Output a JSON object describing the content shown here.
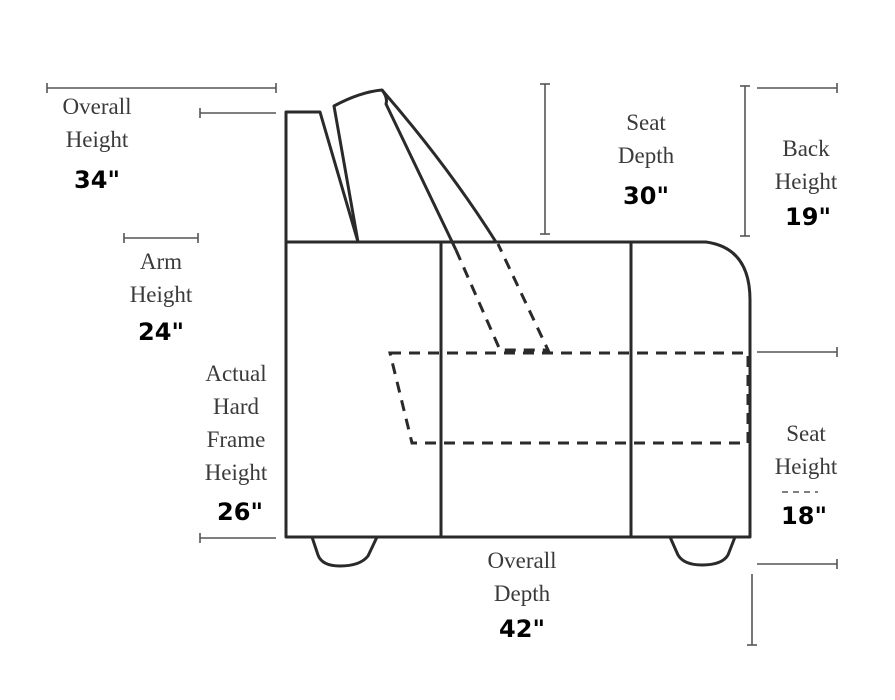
{
  "diagram": {
    "dimensions": [
      {
        "key": "overall_height",
        "label_lines": [
          "Overall",
          "Height"
        ],
        "value": "34\""
      },
      {
        "key": "arm_height",
        "label_lines": [
          "Arm",
          "Height"
        ],
        "value": "24\""
      },
      {
        "key": "frame_height",
        "label_lines": [
          "Actual",
          "Hard",
          "Frame",
          "Height"
        ],
        "value": "26\""
      },
      {
        "key": "seat_depth",
        "label_lines": [
          "Seat",
          "Depth"
        ],
        "value": "30\""
      },
      {
        "key": "back_height",
        "label_lines": [
          "Back",
          "Height"
        ],
        "value": "19\""
      },
      {
        "key": "seat_height",
        "label_lines": [
          "Seat",
          "Height"
        ],
        "value": "18\""
      },
      {
        "key": "overall_depth",
        "label_lines": [
          "Overall",
          "Depth"
        ],
        "value": "42\""
      }
    ],
    "colors": {
      "outline": "#2a2a2a",
      "measure_line": "#555555",
      "label_text": "#3a3a3a",
      "value_text": "#000000"
    }
  }
}
